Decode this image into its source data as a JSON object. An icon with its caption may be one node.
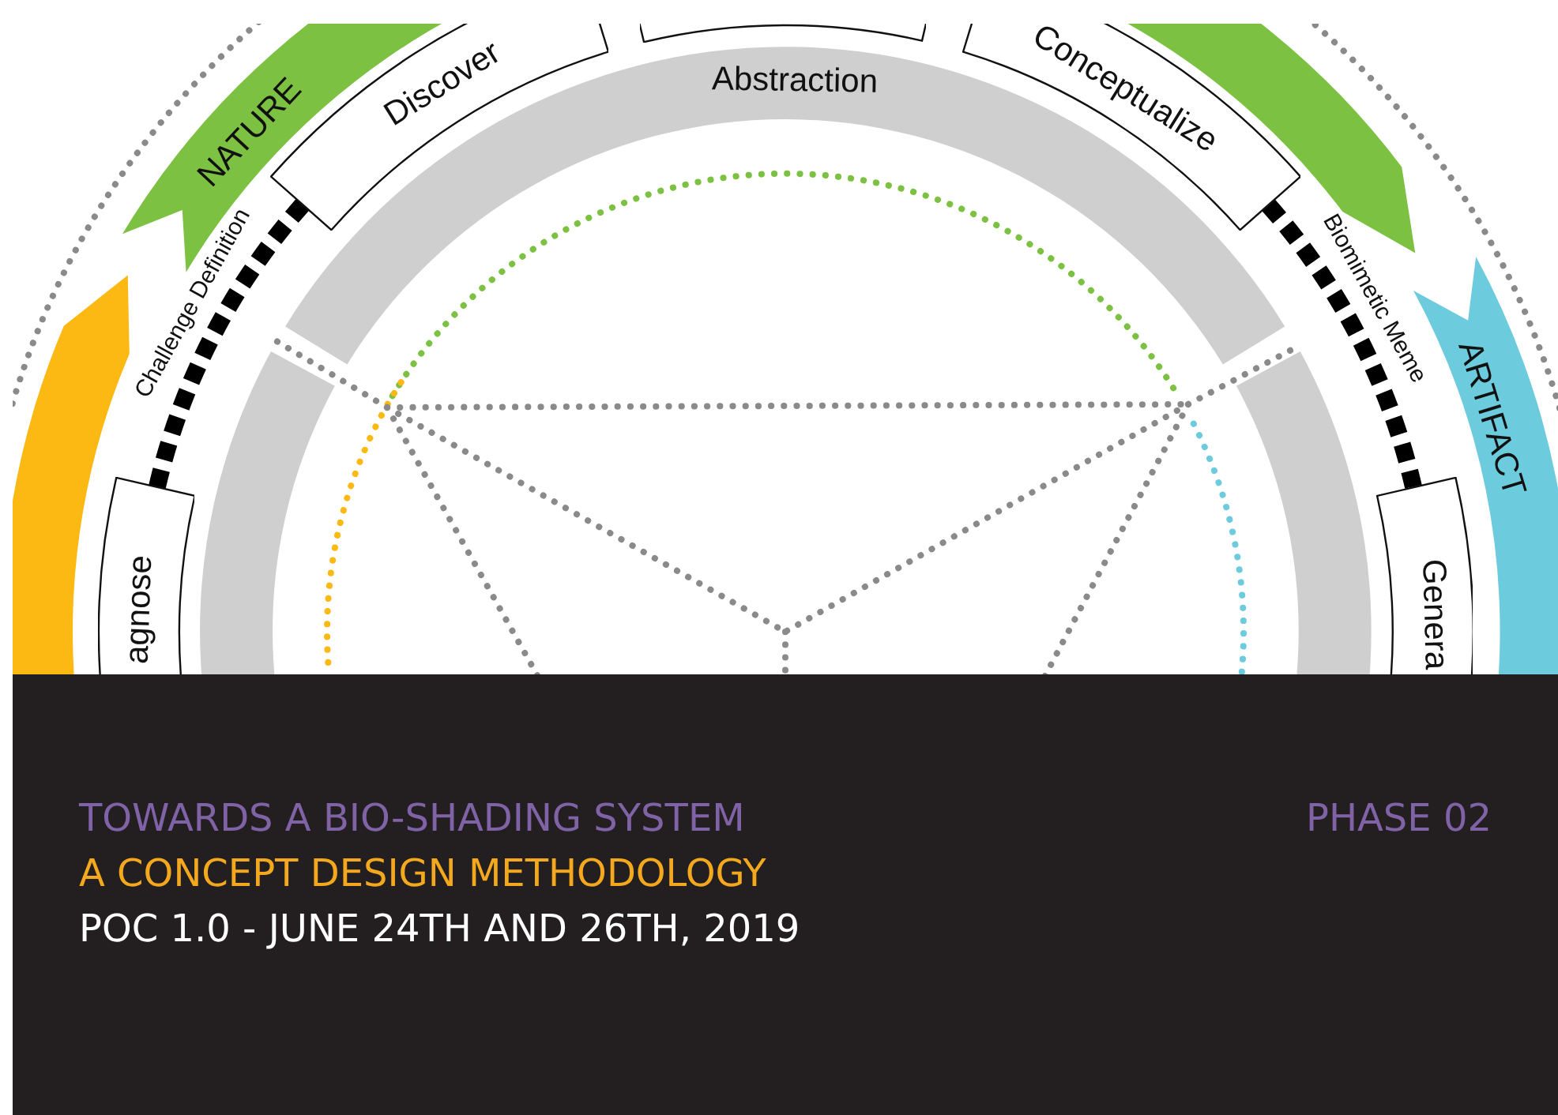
{
  "diagram": {
    "nodes": [
      {
        "text": [
          "Abstraction"
        ]
      },
      {
        "text": [],
        "shape": "band"
      },
      {
        "text": [],
        "shape": "band"
      },
      {
        "text": [
          "Discover"
        ]
      },
      {
        "text": [],
        "shape": "box"
      },
      {
        "text": [
          "Conceptualize"
        ]
      },
      {
        "text": [
          "agnose"
        ]
      },
      {
        "text": [
          "Genera"
        ]
      },
      {
        "text": [],
        "shape": "arrow"
      },
      {
        "text": [
          "NATURE"
        ]
      },
      {
        "text": [
          "ARTIFACT"
        ]
      }
    ],
    "edges": [
      {
        "from": 6,
        "to": 3,
        "arrow": "none",
        "label": "Challenge Definition",
        "style": "dashed"
      },
      {
        "from": 5,
        "to": 7,
        "arrow": "none",
        "label": "Biomimetic Meme",
        "style": "dashed"
      }
    ],
    "labels": [
      "TOWARDS A BIO-SHADING SYSTEM",
      "A CONCEPT DESIGN METHODOLOGY",
      "POC 1.0 - JUNE 24TH AND 26TH, 2019",
      "PHASE 02"
    ]
  }
}
